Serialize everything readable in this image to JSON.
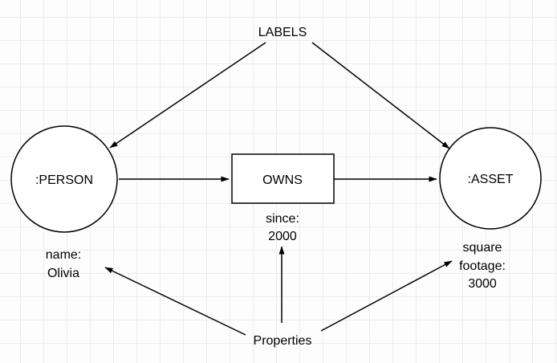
{
  "diagram": {
    "annotations": {
      "labels_title": "LABELS",
      "properties_title": "Properties"
    },
    "nodes": {
      "person": {
        "label": ":PERSON"
      },
      "owns": {
        "label": "OWNS"
      },
      "asset": {
        "label": ":ASSET"
      }
    },
    "properties": {
      "person": {
        "line1": "name:",
        "line2": "Olivia"
      },
      "owns": {
        "line1": "since:",
        "line2": "2000"
      },
      "asset": {
        "line1": "square",
        "line2": "footage:",
        "line3": "3000"
      }
    },
    "colors": {
      "stroke": "#000000",
      "shape_fill": "#ffffff",
      "grid": "#ececec",
      "background": "#fdfdfd",
      "text": "#000000"
    }
  }
}
